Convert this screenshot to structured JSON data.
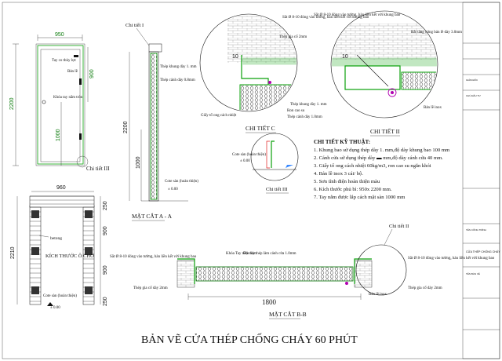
{
  "drawing_title": "BẢN VẼ CỬA THÉP CHỐNG CHÁY 60 PHÚT",
  "elevation": {
    "dim_width": "950",
    "dim_height_total": "2200",
    "dim_top": "900",
    "dim_lower": "1000",
    "label_handle": "Tay co thủy lực",
    "label_hinge": "Bản lề",
    "label_lock": "Khóa tay nắm tròn",
    "detail_ref": "Chi tiết III"
  },
  "opening": {
    "caption": "KÍCH THƯỚC Ô CHỜ",
    "dim_width": "960",
    "dim_height": "2210",
    "dim_top": "250",
    "dim_mid": "900",
    "dim_low": "900",
    "dim_bottom": "250",
    "label_concrete": "betong",
    "label_floor": "Cote sàn (hoàn thiện)",
    "floor_level": "± 0.00"
  },
  "section_aa": {
    "caption": "MẶT CẮT A - A",
    "detail_ref": "Chi tiết I",
    "label_frame": "Thép khung dày 1. mm",
    "label_leaf": "Thép cánh dày 0.8mm",
    "dim_upper": "2200",
    "dim_lower": "1000",
    "label_floor": "Cote sàn (hoàn thiện)",
    "floor_level": "± 0.00"
  },
  "detail_c": {
    "caption": "CHI TIẾT C",
    "label_anchor": "Sắt Ø 8-10 đóng vào tường, hàn liền kết với khung bao",
    "label_frame_clad": "Thép gia cố 2mm",
    "label_frame": "Thép khung dày 1. mm",
    "label_insulation": "Giấy tổ ong cách nhiệt",
    "label_gasket": "Ron cao su",
    "label_leaf": "Thép cánh dày 1.0mm",
    "dim": "10"
  },
  "detail_ii": {
    "caption": "CHI TIẾT II",
    "label_anchor": "Sắt Ø 8-10 đóng vào tường, hàn liền kết với khung bao",
    "label_bolt": "Bắt tăng cứng bản lề dày 3.0mm",
    "label_hinge": "Bản lề inox",
    "dim": "10"
  },
  "detail_iii": {
    "caption": "Chi tiết III",
    "floor_level": "± 0.00",
    "label_floor": "Cote sàn (hoàn thiện)"
  },
  "specs": {
    "heading": "CHI TIẾT KỸ THUẬT:",
    "items": [
      "1. Khung bao sử dụng thép dày 1. mm,độ dày khung bao 100 mm",
      "2. Cánh cửa sử dụng thép dày ▬ mm,độ dày cánh cửa 40 mm.",
      "3. Giấy tổ ong cách nhiệt 60kg/m3, ron cao su ngăn khói",
      "4. Bản lề inox 3 cái/ bộ.",
      "5. Sơn tĩnh điện hoàn thiện màu",
      "6. Kích thước phủ bì: 950x 2200 mm.",
      "7. Tay nắm được lắp cách mặt sàn 1000 mm"
    ]
  },
  "section_bb": {
    "caption": "MẶT CẮT B-B",
    "dim_total": "1800",
    "detail_ref": "Chi tiết II",
    "label_lock": "Khóa Tay nắm tròn",
    "label_leaf": "Độ dày thép làm cánh cửa 1.0mm",
    "label_anchor_left": "Sắt Ø 8-10 đóng vào tường, hàn liền kết với khung bao",
    "label_anchor_right": "Sắt Ø 8-10 đóng vào tường, hàn liền kết với khung bao",
    "label_clad_left": "Thép gia cố dày 2mm",
    "label_clad_right": "Thép gia cố dày 2mm",
    "label_hinge": "Bản lề inox"
  },
  "title_block": {
    "rows": [
      "GIÁM ĐỐC",
      "CHỦ ĐẦU TƯ",
      "TÊN CÔNG TRÌNH",
      "CỬA THÉP CHỐNG CHÁY",
      "TÊN BẢN VẼ"
    ]
  }
}
